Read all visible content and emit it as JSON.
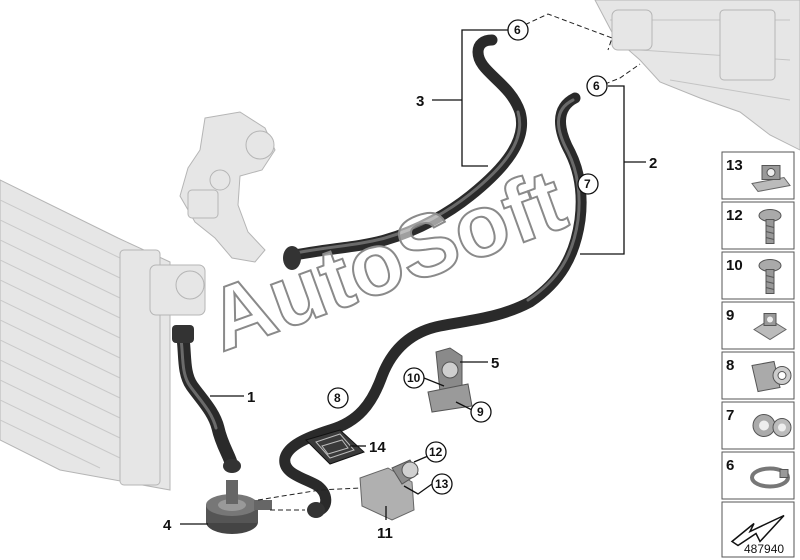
{
  "watermark": "AutoSoft",
  "diagram_code": "487940",
  "callouts": {
    "hose_1": "1",
    "hose_2": "2",
    "hose_3": "3",
    "pump_4": "4",
    "clamp_5": "5",
    "top_6a": "6",
    "top_6b": "6",
    "circle_7": "7",
    "circle_8": "8",
    "circle_9": "9",
    "circle_10": "10",
    "bracket_11": "11",
    "circle_12": "12",
    "circle_13": "13",
    "pad_14": "14"
  },
  "legend": [
    {
      "num": "13",
      "icon": "clip-nut-icon"
    },
    {
      "num": "12",
      "icon": "screw-icon"
    },
    {
      "num": "10",
      "icon": "screw-icon"
    },
    {
      "num": "9",
      "icon": "square-nut-icon"
    },
    {
      "num": "8",
      "icon": "hose-clip-icon"
    },
    {
      "num": "7",
      "icon": "double-hose-clip-icon"
    },
    {
      "num": "6",
      "icon": "hose-clamp-icon"
    },
    {
      "num": "",
      "icon": "arrow-icon"
    }
  ]
}
